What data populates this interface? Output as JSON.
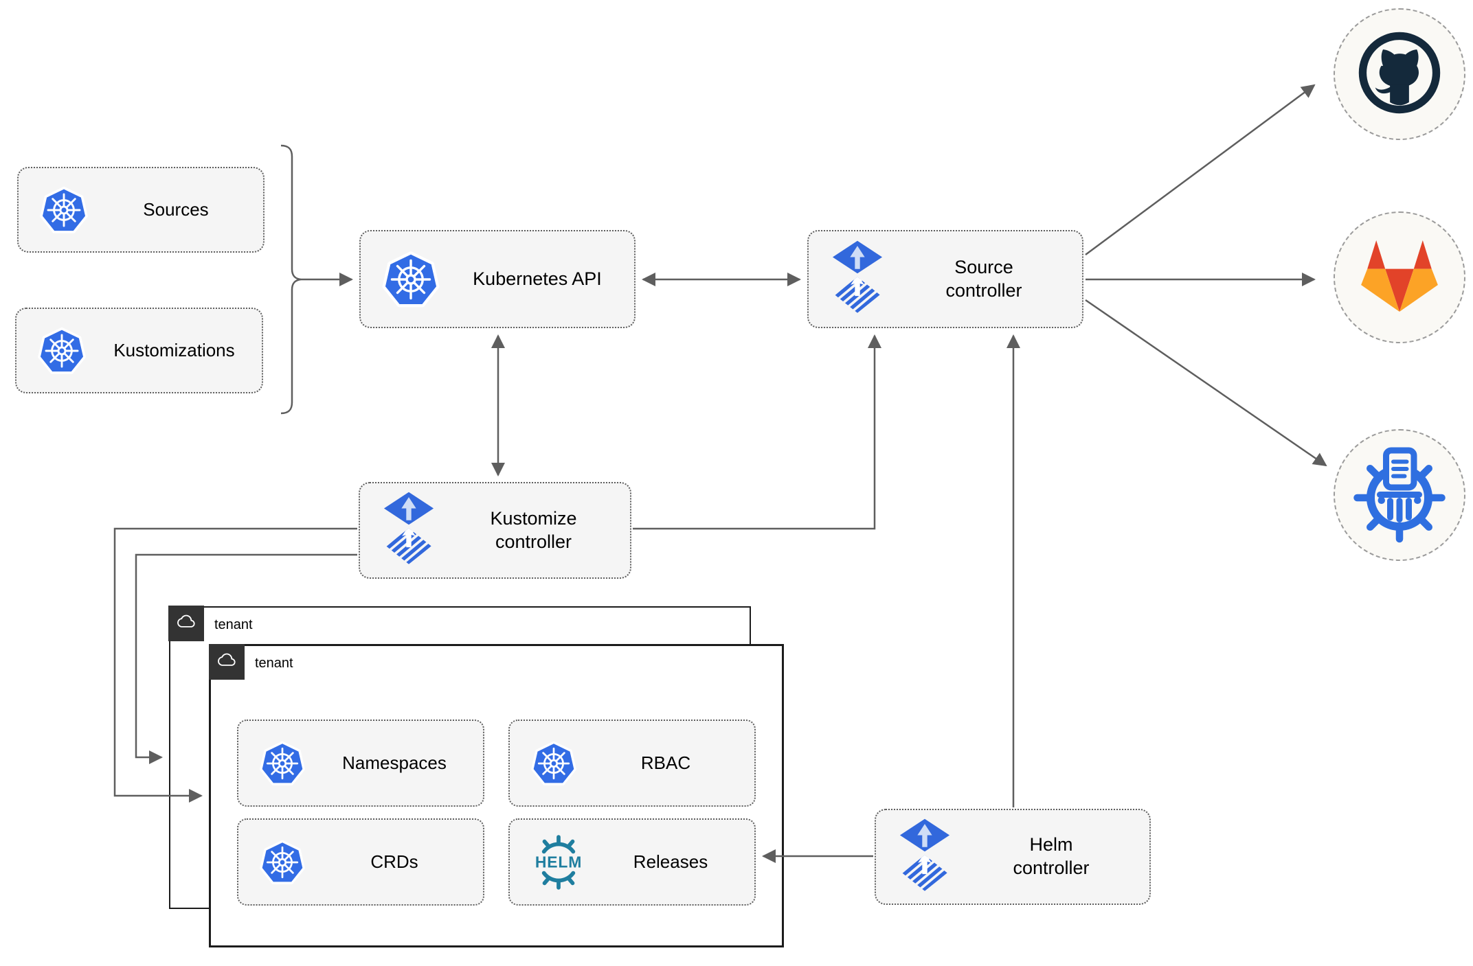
{
  "left_items": {
    "sources": {
      "label": "Sources",
      "icon": "kubernetes-wheel-icon"
    },
    "kustomizations": {
      "label": "Kustomizations",
      "icon": "kubernetes-wheel-icon"
    }
  },
  "nodes": {
    "kubernetes_api": {
      "label": "Kubernetes API",
      "icon": "kubernetes-wheel-icon"
    },
    "source_controller": {
      "label": "Source controller",
      "icon": "flux-icon"
    },
    "kustomize_controller": {
      "label": "Kustomize controller",
      "icon": "flux-icon"
    },
    "helm_controller": {
      "label": "Helm controller",
      "icon": "flux-icon"
    }
  },
  "tenants": {
    "back": {
      "label": "tenant",
      "icon": "cloud-icon"
    },
    "front": {
      "label": "tenant",
      "icon": "cloud-icon"
    }
  },
  "resources": {
    "namespaces": {
      "label": "Namespaces",
      "icon": "kubernetes-wheel-icon"
    },
    "rbac": {
      "label": "RBAC",
      "icon": "kubernetes-wheel-icon"
    },
    "crds": {
      "label": "CRDs",
      "icon": "kubernetes-wheel-icon"
    },
    "releases": {
      "label": "Releases",
      "icon": "helm-wheel-icon"
    }
  },
  "helm_logo_text": "HELM",
  "externals": {
    "github": {
      "icon": "github-icon"
    },
    "gitlab": {
      "icon": "gitlab-icon"
    },
    "chartmuseum": {
      "icon": "chartmuseum-icon"
    }
  },
  "colors": {
    "kubernetes_blue": "#326CE5",
    "flux_blue": "#3268DC",
    "flux_arrow_light": "#CFDDF6",
    "helm_teal": "#1F7E9F",
    "github_dark": "#14293B",
    "gitlab_red": "#E24329",
    "gitlab_orange": "#FC6D26",
    "gitlab_light_orange": "#FCA326",
    "chartmuseum_blue": "#2F6FE0",
    "arrow_gray": "#5E5E5E",
    "node_fill": "#F5F5F5",
    "tenant_border": "#1C1C1C",
    "tenant_tab": "#333333",
    "external_circle_fill": "#FAF9F5"
  }
}
